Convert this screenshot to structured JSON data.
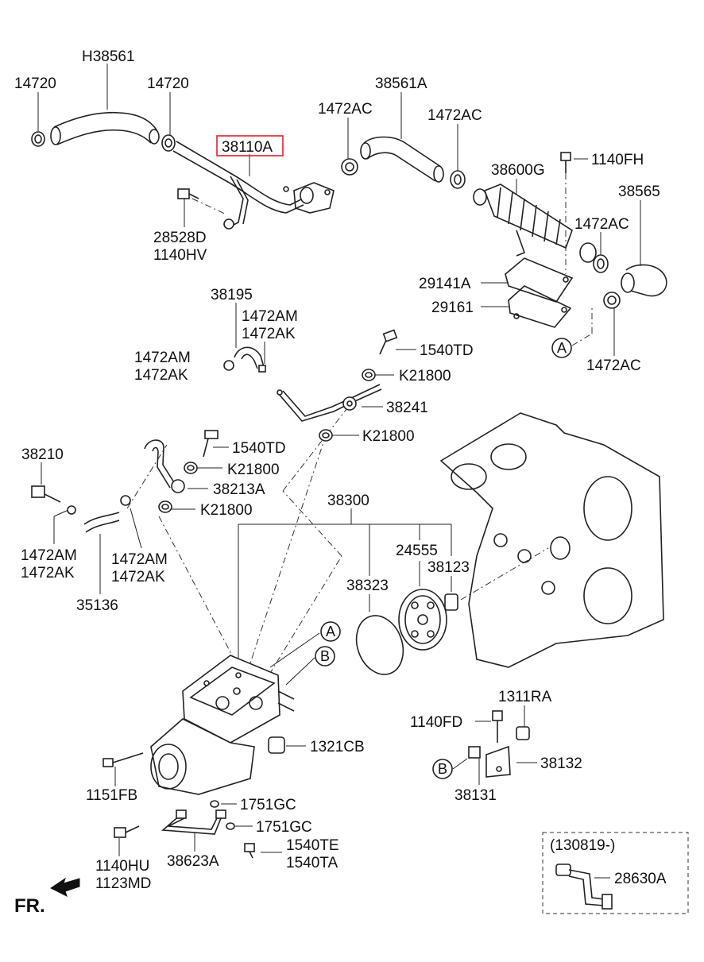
{
  "diagram": {
    "highlight_color": "#e0202a",
    "highlighted_part": "38110A",
    "parts": [
      {
        "id": "p-H38561",
        "label": "H38561"
      },
      {
        "id": "p-14720a",
        "label": "14720"
      },
      {
        "id": "p-14720b",
        "label": "14720"
      },
      {
        "id": "p-38110A",
        "label": "38110A"
      },
      {
        "id": "p-1472AC-a",
        "label": "1472AC"
      },
      {
        "id": "p-38561A",
        "label": "38561A"
      },
      {
        "id": "p-1472AC-b",
        "label": "1472AC"
      },
      {
        "id": "p-38600G",
        "label": "38600G"
      },
      {
        "id": "p-1140FH",
        "label": "1140FH"
      },
      {
        "id": "p-38565",
        "label": "38565"
      },
      {
        "id": "p-1472AC-c",
        "label": "1472AC"
      },
      {
        "id": "p-28528D",
        "label": "28528D"
      },
      {
        "id": "p-1140HV",
        "label": "1140HV"
      },
      {
        "id": "p-29141A",
        "label": "29141A"
      },
      {
        "id": "p-29161",
        "label": "29161"
      },
      {
        "id": "p-1472AC-d",
        "label": "1472AC"
      },
      {
        "id": "p-38195",
        "label": "38195"
      },
      {
        "id": "p-1472AM-a",
        "label": "1472AM"
      },
      {
        "id": "p-1472AK-a",
        "label": "1472AK"
      },
      {
        "id": "p-1472AM-b",
        "label": "1472AM"
      },
      {
        "id": "p-1472AK-b",
        "label": "1472AK"
      },
      {
        "id": "p-1540TD-a",
        "label": "1540TD"
      },
      {
        "id": "p-K21800-a",
        "label": "K21800"
      },
      {
        "id": "p-38241",
        "label": "38241"
      },
      {
        "id": "p-K21800-b",
        "label": "K21800"
      },
      {
        "id": "p-38210",
        "label": "38210"
      },
      {
        "id": "p-1540TD-b",
        "label": "1540TD"
      },
      {
        "id": "p-K21800-c",
        "label": "K21800"
      },
      {
        "id": "p-38213A",
        "label": "38213A"
      },
      {
        "id": "p-K21800-d",
        "label": "K21800"
      },
      {
        "id": "p-38300",
        "label": "38300"
      },
      {
        "id": "p-1472AM-c",
        "label": "1472AM"
      },
      {
        "id": "p-1472AK-c",
        "label": "1472AK"
      },
      {
        "id": "p-1472AM-d",
        "label": "1472AM"
      },
      {
        "id": "p-1472AK-d",
        "label": "1472AK"
      },
      {
        "id": "p-24555",
        "label": "24555"
      },
      {
        "id": "p-38123",
        "label": "38123"
      },
      {
        "id": "p-38323",
        "label": "38323"
      },
      {
        "id": "p-35136",
        "label": "35136"
      },
      {
        "id": "p-1311RA",
        "label": "1311RA"
      },
      {
        "id": "p-1140FD",
        "label": "1140FD"
      },
      {
        "id": "p-1321CB",
        "label": "1321CB"
      },
      {
        "id": "p-38132",
        "label": "38132"
      },
      {
        "id": "p-38131",
        "label": "38131"
      },
      {
        "id": "p-1151FB",
        "label": "1151FB"
      },
      {
        "id": "p-1751GC-a",
        "label": "1751GC"
      },
      {
        "id": "p-1751GC-b",
        "label": "1751GC"
      },
      {
        "id": "p-1540TE",
        "label": "1540TE"
      },
      {
        "id": "p-1540TA",
        "label": "1540TA"
      },
      {
        "id": "p-1140HU",
        "label": "1140HU"
      },
      {
        "id": "p-1123MD",
        "label": "1123MD"
      },
      {
        "id": "p-38623A",
        "label": "38623A"
      },
      {
        "id": "p-28630A",
        "label": "28630A"
      },
      {
        "id": "p-date-code",
        "label": "(130819-)"
      }
    ],
    "callouts": [
      {
        "id": "c-A1",
        "label": "A"
      },
      {
        "id": "c-A2",
        "label": "A"
      },
      {
        "id": "c-B1",
        "label": "B"
      },
      {
        "id": "c-B2",
        "label": "B"
      }
    ],
    "direction_label": "FR."
  }
}
